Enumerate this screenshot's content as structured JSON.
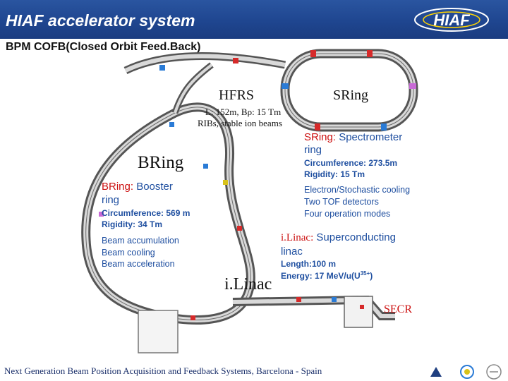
{
  "header": {
    "title": "HIAF accelerator system",
    "logo_text": "HIAF"
  },
  "subtitle": "BPM COFB(Closed Orbit Feed.Back)",
  "labels": {
    "hfrs": "HFRS",
    "sring": "SRing",
    "bring": "BRing",
    "ilinac": "i.Linac",
    "secr": "SECR"
  },
  "hfrs_info": {
    "line1": "L: 152m, Bρ: 15 Tm",
    "line2": "RIBs, stable ion beams"
  },
  "sring_info": {
    "name": "SRing:",
    "desc_line1": "Spectrometer",
    "desc_line2": "ring",
    "circumference": "Circumference: 273.5m",
    "rigidity": "Rigidity: 15 Tm",
    "feature1": "Electron/Stochastic cooling",
    "feature2": "Two TOF detectors",
    "feature3": "Four operation modes"
  },
  "bring_info": {
    "name": "BRing:",
    "desc_line1": "Booster",
    "desc_line2": "ring",
    "circumference": "Circumference: 569 m",
    "rigidity": "Rigidity: 34 Tm",
    "feature1": "Beam accumulation",
    "feature2": "Beam cooling",
    "feature3": "Beam acceleration"
  },
  "ilinac_info": {
    "name": "i.Linac:",
    "desc_line1": "Superconducting",
    "desc_line2": "linac",
    "length": "Length:100 m",
    "energy_prefix": "Energy: 17 MeV/u(U",
    "energy_sup": "35+",
    "energy_suffix": ")"
  },
  "footer": {
    "text": "Next Generation Beam Position Acquisition and Feedback Systems, Barcelona - Spain"
  },
  "colors": {
    "header_bg": "#1f4690",
    "accent_red": "#cc1111",
    "ring_outline": "#444444",
    "text_blue": "#1f4fa0"
  }
}
